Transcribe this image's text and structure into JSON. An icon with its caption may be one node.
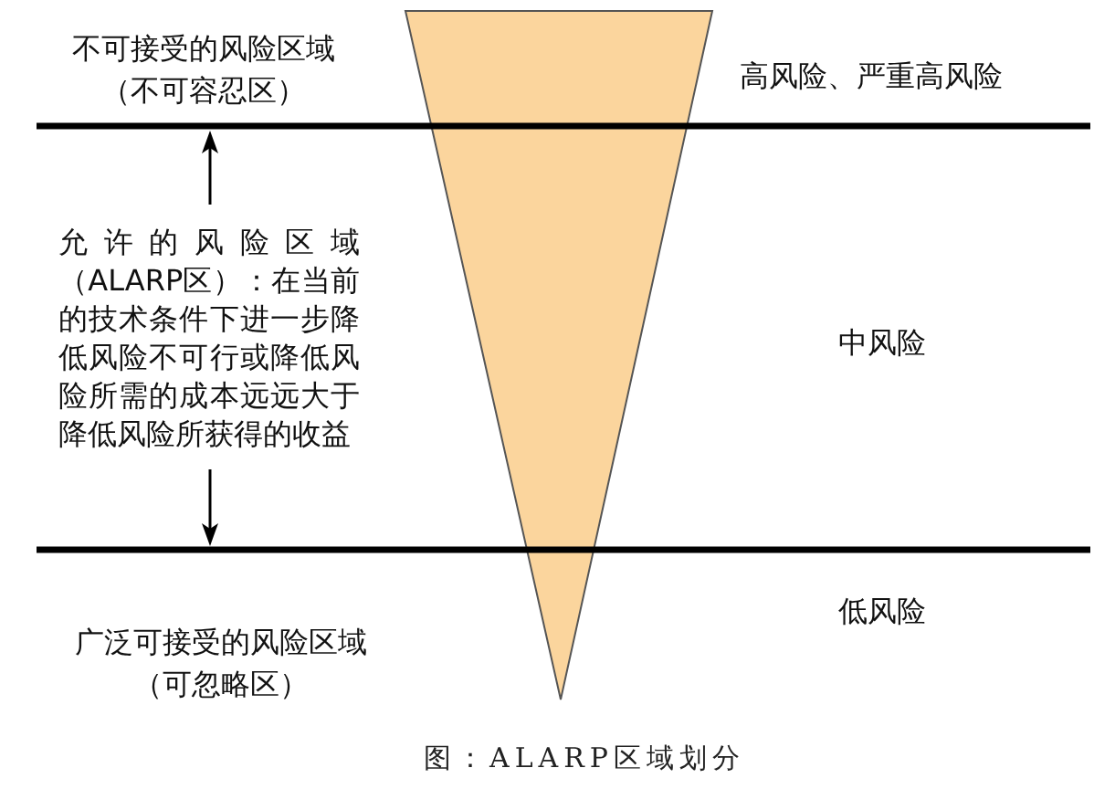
{
  "diagram": {
    "caption": "图：ALARP区域划分",
    "labels": [
      "不可接受的风险区域（不可容忍区）",
      "高风险、严重高风险",
      "允许的风险区域（ALARP区）：在当前的技术条件下进一步降低风险不可行或降低风险所需的成本远远大于降低风险所获得的收益",
      "中风险",
      "低风险",
      "广泛可接受的风险区域（可忽略区）"
    ]
  }
}
